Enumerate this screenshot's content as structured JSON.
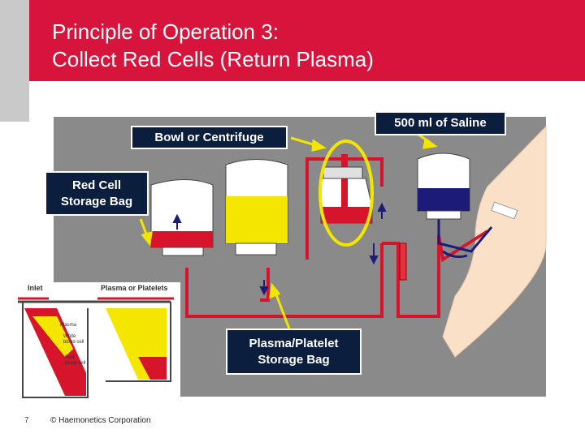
{
  "slide": {
    "title_line1": "Principle of Operation 3:",
    "title_line2": "Collect Red Cells (Return Plasma)",
    "page_number": "7",
    "copyright": "© Haemonetics Corporation"
  },
  "labels": {
    "bowl": "Bowl or Centrifuge",
    "red_cell_line1": "Red Cell",
    "red_cell_line2": "Storage Bag",
    "saline": "500 ml of Saline",
    "plasma_line1": "Plasma/Platelet",
    "plasma_line2": "Storage Bag"
  },
  "inset": {
    "inlet": "Inlet",
    "plasma_or_platelets": "Plasma or Platelets",
    "plasma": "Plasma",
    "white_blood_cell_1": "White",
    "white_blood_cell_2": "blood cell",
    "red_blood_cell_1": "Red",
    "red_blood_cell_2": "blood cell"
  },
  "colors": {
    "header": "#d6143c",
    "stage": "#8a8a8a",
    "label_box": "#0c1e3e",
    "highlight": "#f2e600",
    "red_cells": "#d6142c",
    "plasma": "#f5e600",
    "saline_bag": "#1c1c78",
    "tubing": "#d6142c"
  }
}
